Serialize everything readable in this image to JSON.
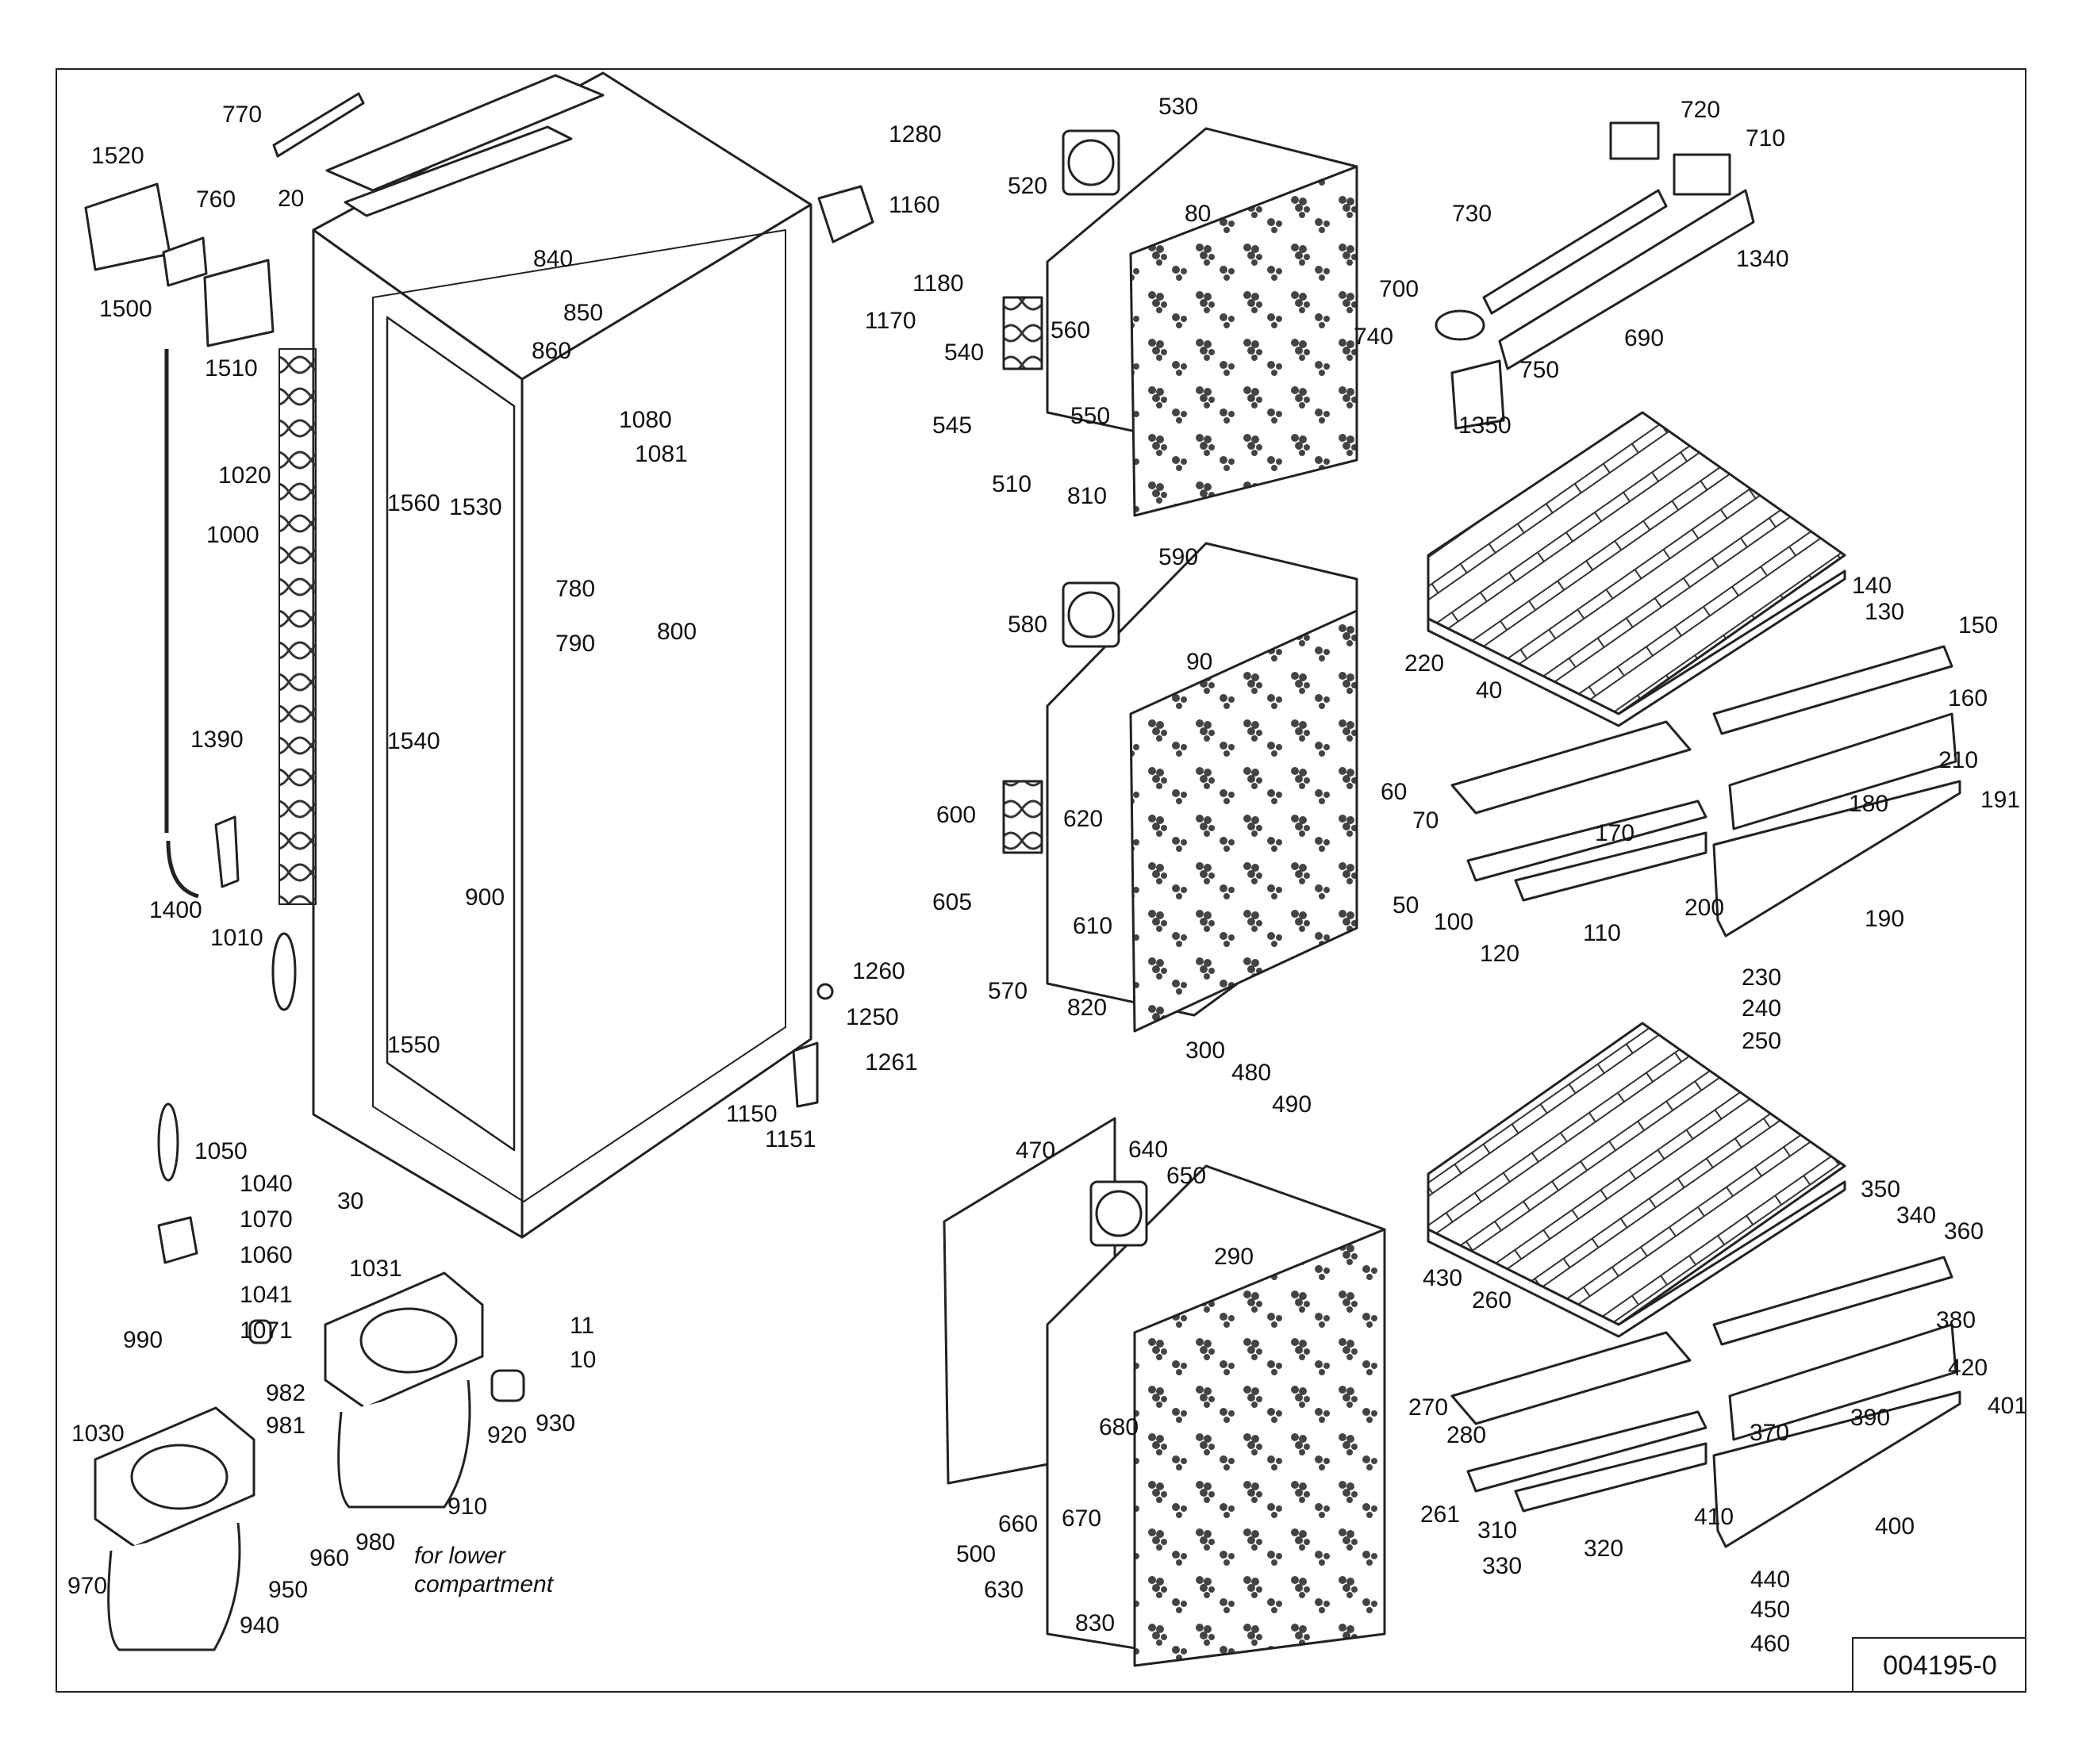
{
  "drawing": {
    "number": "004195-0",
    "note_lines": [
      "for lower",
      "compartment"
    ]
  },
  "part_numbers": [
    "770",
    "1520",
    "760",
    "20",
    "1500",
    "1510",
    "1020",
    "1000",
    "1390",
    "1400",
    "1010",
    "840",
    "850",
    "860",
    "1080",
    "1081",
    "1560",
    "1530",
    "780",
    "790",
    "800",
    "1540",
    "900",
    "1550",
    "1280",
    "1160",
    "1180",
    "1170",
    "1260",
    "1250",
    "1261",
    "1150",
    "1151",
    "1050",
    "1040",
    "1070",
    "1060",
    "1041",
    "1071",
    "30",
    "1031",
    "11",
    "10",
    "930",
    "920",
    "910",
    "982",
    "981",
    "980",
    "990",
    "1030",
    "970",
    "950",
    "960",
    "940",
    "530",
    "520",
    "80",
    "560",
    "540",
    "545",
    "550",
    "510",
    "810",
    "590",
    "580",
    "90",
    "620",
    "600",
    "605",
    "610",
    "570",
    "820",
    "300",
    "480",
    "490",
    "470",
    "640",
    "650",
    "290",
    "680",
    "500",
    "660",
    "670",
    "630",
    "830",
    "720",
    "710",
    "730",
    "1340",
    "700",
    "690",
    "740",
    "750",
    "1350",
    "140",
    "130",
    "150",
    "220",
    "40",
    "160",
    "60",
    "70",
    "180",
    "210",
    "191",
    "170",
    "50",
    "100",
    "200",
    "190",
    "120",
    "110",
    "230",
    "240",
    "250",
    "350",
    "340",
    "360",
    "430",
    "260",
    "380",
    "270",
    "420",
    "280",
    "401",
    "370",
    "390",
    "261",
    "310",
    "410",
    "400",
    "330",
    "320",
    "440",
    "450",
    "460"
  ]
}
